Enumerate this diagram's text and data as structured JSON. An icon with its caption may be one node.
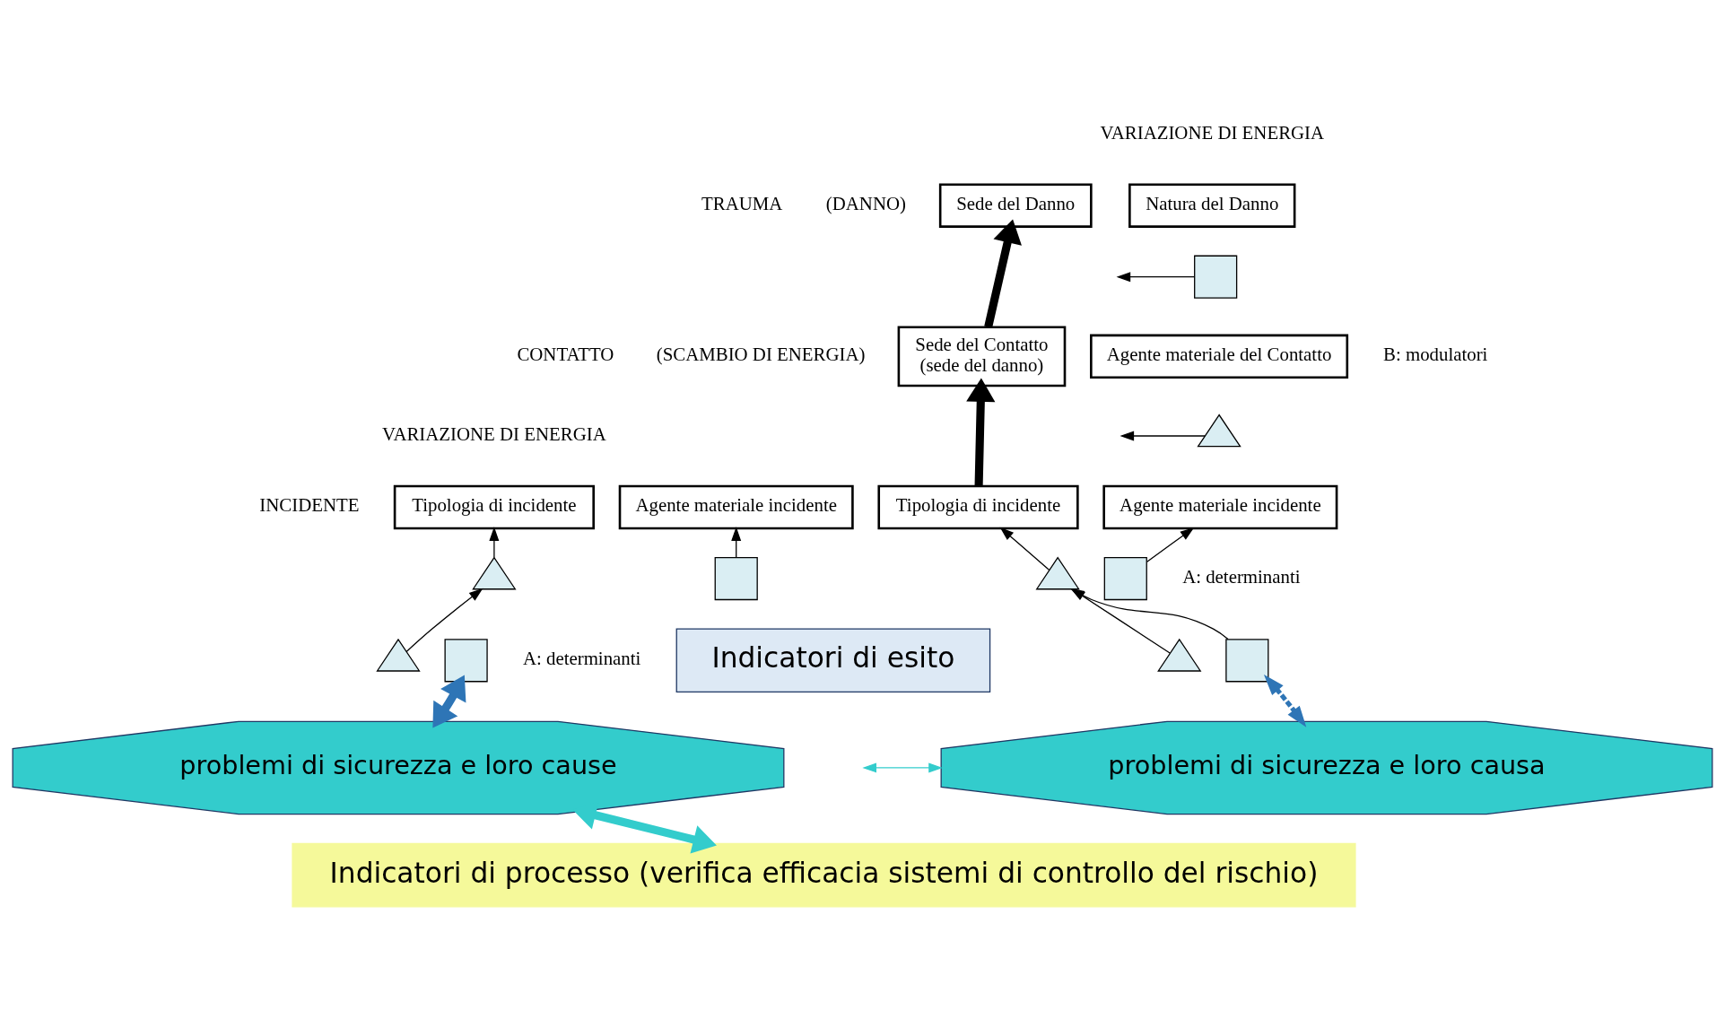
{
  "diagram": {
    "nodes": [
      {
        "text": [
          "Tipologia di incidente"
        ]
      },
      {
        "text": [
          "Agente materiale incidente"
        ]
      },
      {
        "text": [],
        "shape": "triangle"
      },
      {
        "text": [],
        "shape": "square"
      },
      {
        "text": [],
        "shape": "triangle"
      },
      {
        "text": [],
        "shape": "square"
      },
      {
        "text": [
          "Indicatori di esito"
        ]
      },
      {
        "text": [
          "Sede del Danno"
        ]
      },
      {
        "text": [
          "Natura del Danno"
        ]
      },
      {
        "text": [
          "Sede del Contatto",
          "(sede del danno)"
        ]
      },
      {
        "text": [
          "Agente materiale del Contatto"
        ]
      },
      {
        "text": [
          "Tipologia di incidente"
        ]
      },
      {
        "text": [
          "Agente materiale incidente"
        ]
      },
      {
        "text": [],
        "shape": "square"
      },
      {
        "text": [],
        "shape": "triangle"
      },
      {
        "text": [],
        "shape": "triangle"
      },
      {
        "text": [],
        "shape": "square"
      },
      {
        "text": [],
        "shape": "triangle"
      },
      {
        "text": [],
        "shape": "square"
      },
      {
        "text": [
          "problemi di sicurezza e loro cause"
        ]
      },
      {
        "text": [
          "problemi di sicurezza e loro causa"
        ]
      },
      {
        "text": [
          "Indicatori di processo (verifica efficacia sistemi di controllo del rischio)"
        ]
      }
    ],
    "edges": [
      {
        "from": 2,
        "to": 0,
        "arrow": "to"
      },
      {
        "from": 3,
        "to": 1,
        "arrow": "to"
      },
      {
        "from": 4,
        "to": 2,
        "arrow": "to"
      },
      {
        "from": 9,
        "to": 7,
        "arrow": "to",
        "style": "thick"
      },
      {
        "from": 11,
        "to": 9,
        "arrow": "to",
        "style": "thick"
      },
      {
        "from": 13,
        "to": null,
        "arrow": "to"
      },
      {
        "from": 14,
        "to": null,
        "arrow": "to"
      },
      {
        "from": 15,
        "to": 11,
        "arrow": "to"
      },
      {
        "from": 16,
        "to": 12,
        "arrow": "to"
      },
      {
        "from": 17,
        "to": 15,
        "arrow": "to"
      },
      {
        "from": 18,
        "to": 15,
        "arrow": "to"
      },
      {
        "from": 5,
        "to": 19,
        "arrow": "both",
        "style": "thick",
        "color": "#2e75b6"
      },
      {
        "from": 19,
        "to": 21,
        "arrow": "both",
        "style": "thick",
        "color": "#33cccc"
      },
      {
        "from": 18,
        "to": 20,
        "arrow": "both",
        "style": "dashed",
        "color": "#2e75b6"
      },
      {
        "from": null,
        "to": 20,
        "arrow": "both",
        "color": "#33cccc"
      }
    ],
    "labels": [
      "VARIAZIONE DI ENERGIA",
      "INCIDENTE",
      "A: determinanti",
      "VARIAZIONE DI ENERGIA",
      "TRAUMA",
      "(DANNO)",
      "CONTATTO",
      "(SCAMBIO DI ENERGIA)",
      "B: modulatori",
      "A: determinanti"
    ]
  }
}
